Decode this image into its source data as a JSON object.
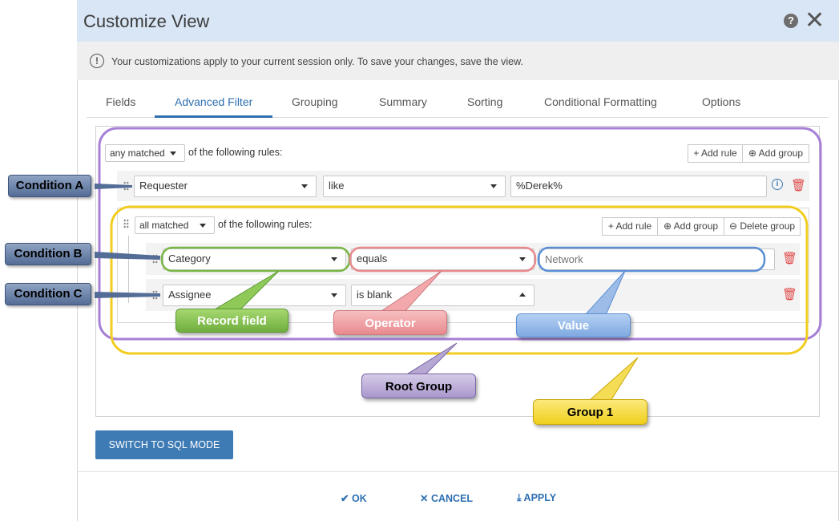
{
  "dialog": {
    "title": "Customize View",
    "help_icon": "question-circle-icon",
    "close_icon": "close-icon",
    "info_text": "Your customizations apply to your current session only. To save your changes, save the view."
  },
  "tabs": [
    {
      "label": "Fields",
      "active": false
    },
    {
      "label": "Advanced Filter",
      "active": true
    },
    {
      "label": "Grouping",
      "active": false
    },
    {
      "label": "Summary",
      "active": false
    },
    {
      "label": "Sorting",
      "active": false
    },
    {
      "label": "Conditional Formatting",
      "active": false
    },
    {
      "label": "Options",
      "active": false
    }
  ],
  "root_group": {
    "match": "any matched",
    "suffix": "of the following rules:",
    "add_rule": "+ Add rule",
    "add_group": "Add group",
    "conditions": [
      {
        "field": "Requester",
        "operator": "like",
        "value": "%Derek%"
      }
    ]
  },
  "group_1": {
    "match": "all matched",
    "suffix": "of the following rules:",
    "add_rule": "+ Add rule",
    "add_group": "Add group",
    "delete_group": "Delete group",
    "conditions": [
      {
        "field": "Category",
        "operator": "equals",
        "value_placeholder": "Network"
      },
      {
        "field": "Assignee",
        "operator": "is blank"
      }
    ]
  },
  "annotations": {
    "condition_a": "Condition A",
    "condition_b": "Condition B",
    "condition_c": "Condition C",
    "record_field": "Record field",
    "operator": "Operator",
    "value": "Value",
    "root_group": "Root Group",
    "group_1": "Group 1"
  },
  "footer": {
    "sql_mode": "SWITCH TO SQL MODE",
    "ok": "OK",
    "cancel": "CANCEL",
    "apply": "APPLY"
  },
  "colors": {
    "accent": "#2e6fb0",
    "root_group_outline": "#a77fd6",
    "group_1_outline": "#f2cc1e",
    "record_field": "#7ab648",
    "operator": "#e88a8e",
    "value": "#5b8fd4",
    "delete": "#e04848"
  }
}
